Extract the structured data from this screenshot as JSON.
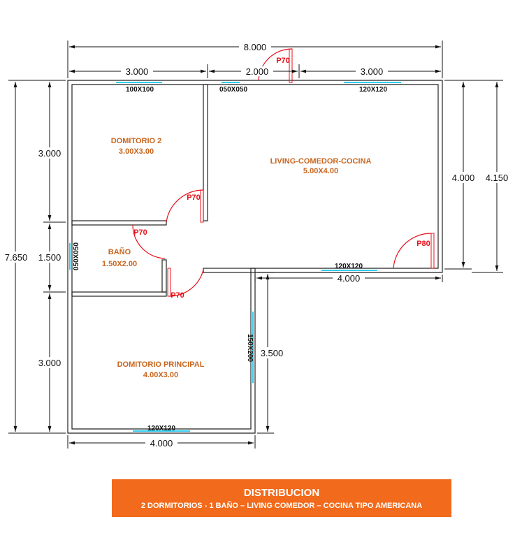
{
  "accent_color": "#f26a1b",
  "dimensions": {
    "overall_width": "8.000",
    "top_left": "3.000",
    "top_middle": "2.000",
    "top_right": "3.000",
    "left_total": "7.650",
    "left_top": "3.000",
    "left_middle": "1.500",
    "left_bottom": "3.000",
    "right_inner": "4.000",
    "right_outer": "4.150",
    "bottom_width": "4.000",
    "living_bottom": "4.000",
    "principal_side": "3.500"
  },
  "windows": {
    "dorm2_top": "100X100",
    "hall_top": "050X050",
    "living_top": "120X120",
    "living_bottom": "120X120",
    "principal_bottom": "120X120",
    "principal_side": "150X200",
    "bath_side": "050X050"
  },
  "doors": {
    "entry": "P70",
    "dorm2": "P70",
    "bath": "P70",
    "principal": "P70",
    "living": "P80"
  },
  "rooms": {
    "dorm2_name": "DOMITORIO 2",
    "dorm2_size": "3.00X3.00",
    "living_name": "LIVING-COMEDOR-COCINA",
    "living_size": "5.00X4.00",
    "bath_name": "BAÑO",
    "bath_size": "1.50X2.00",
    "principal_name": "DOMITORIO PRINCIPAL",
    "principal_size": "4.00X3.00"
  },
  "banner": {
    "title": "DISTRIBUCION",
    "subtitle": "2 DORMITORIOS  - 1 BAÑO  – LIVING COMEDOR – COCINA TIPO AMERICANA"
  }
}
